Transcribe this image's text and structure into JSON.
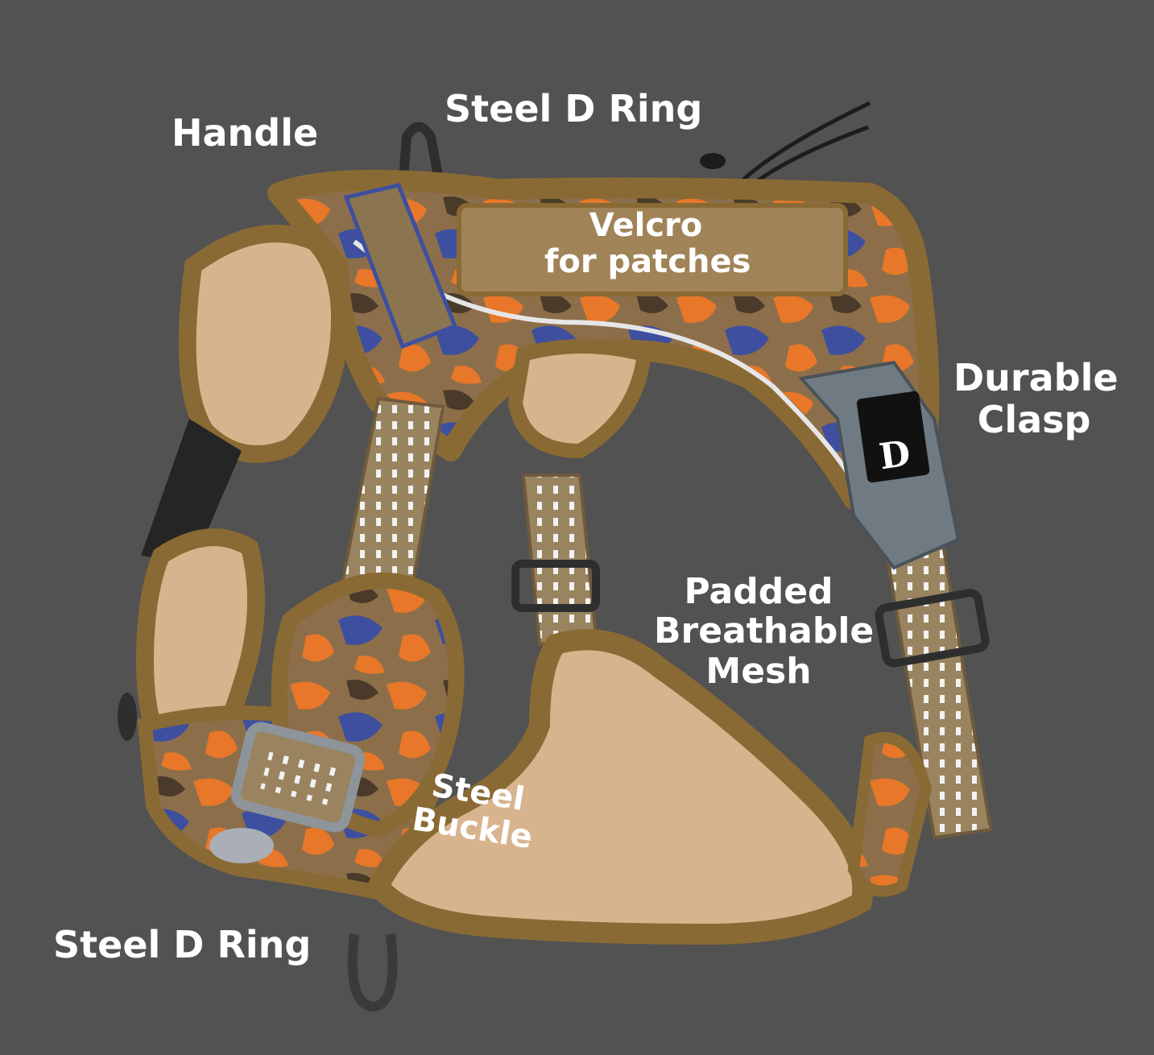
{
  "labels": {
    "handle": "Handle",
    "steel_d_ring_top": "Steel D Ring",
    "velcro_line1": "Velcro",
    "velcro_line2": "for patches",
    "clasp_line1": "Durable",
    "clasp_line2": "Clasp",
    "mesh_line1": "Padded",
    "mesh_line2": "Breathable",
    "mesh_line3": "Mesh",
    "buckle_line1": "Steel",
    "buckle_line2": "Buckle",
    "steel_d_ring_bottom": "Steel D Ring"
  },
  "clasp_logo_letter": "D",
  "colors": {
    "background": "#525252",
    "trim": "#8a6a34",
    "padding": "#d8b48e",
    "camo_orange": "#e8772a",
    "camo_blue": "#3e4fa0",
    "webbing": "#9a8460",
    "clasp_gray": "#6f7a82"
  }
}
